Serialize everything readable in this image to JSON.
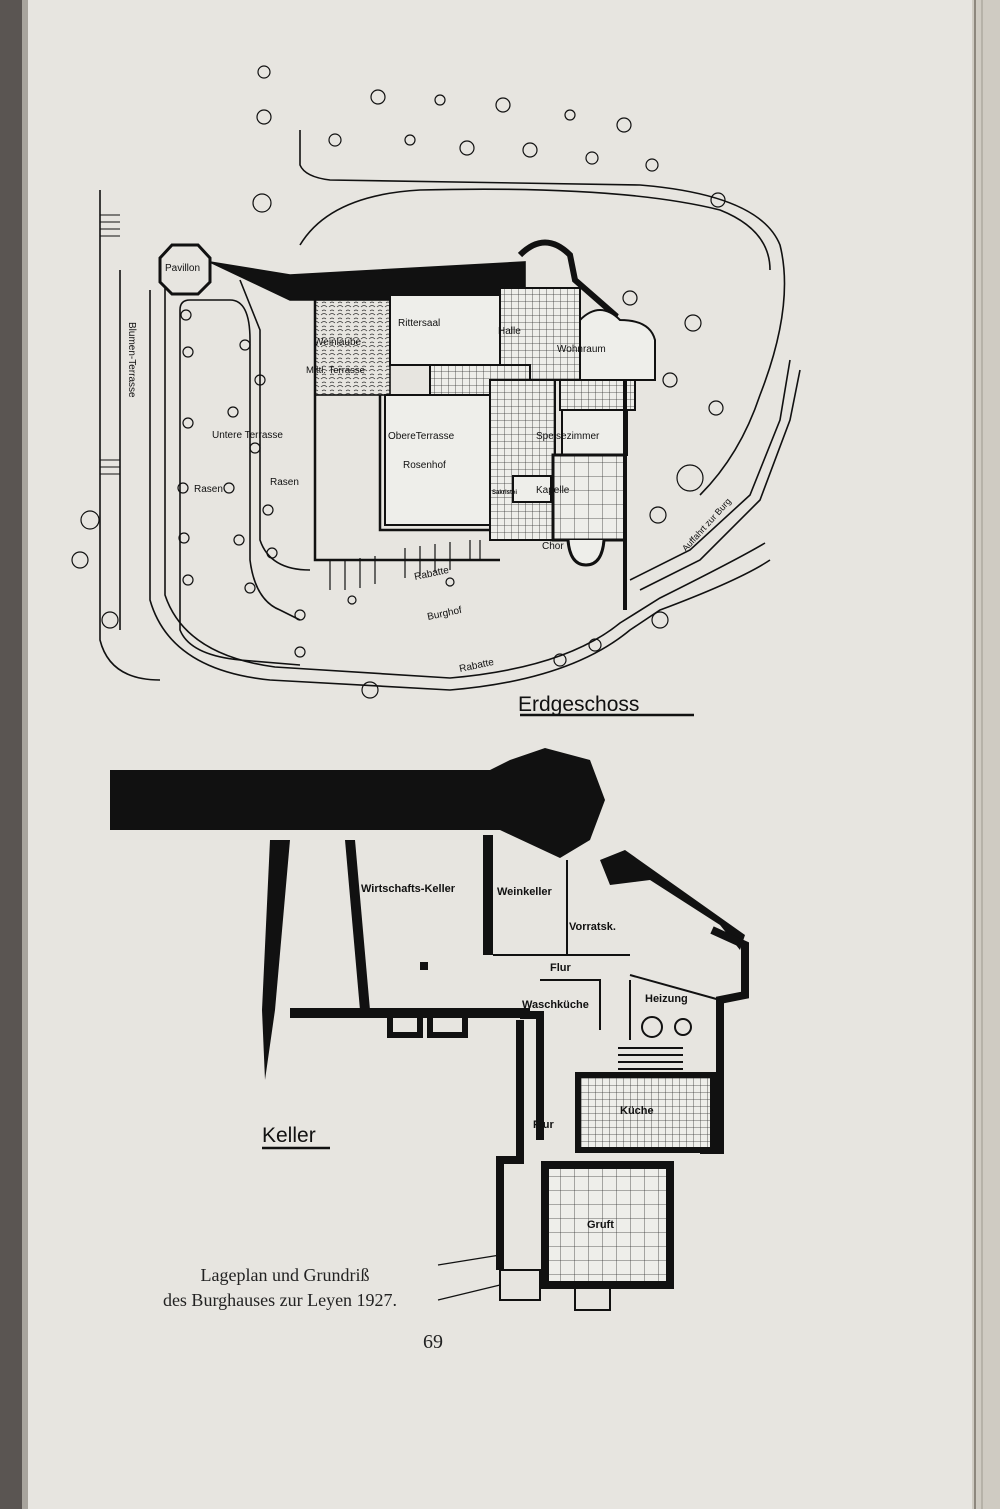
{
  "plan_ground_floor": {
    "title": "Erdgeschoss",
    "labels": {
      "pavillon": "Pavillon",
      "blumen_terrasse": "Blumen-Terrasse",
      "untere_terrasse": "Untere Terrasse",
      "rasen_1": "Rasen",
      "rasen_2": "Rasen",
      "weinlaube": "Weinlaube",
      "mittl_terrasse": "Mittl. Terrasse",
      "rittersaal": "Rittersaal",
      "halle": "Halle",
      "wohnraum": "Wohnraum",
      "obere_terrasse": "ObereTerrasse",
      "rosenhof": "Rosenhof",
      "speisezimmer": "Speisezimmer",
      "sakristei": "Sakristei",
      "kapelle": "Kapelle",
      "chor": "Chor",
      "rabatte_1": "Rabatte",
      "burghof": "Burghof",
      "rabatte_2": "Rabatte",
      "auffahrt": "Auffahrt zur Burg"
    }
  },
  "plan_cellar": {
    "title": "Keller",
    "labels": {
      "wirtschafts_keller": "Wirtschafts-Keller",
      "weinkeller": "Weinkeller",
      "vorratsk": "Vorratsk.",
      "flur_1": "Flur",
      "waschkueche": "Waschküche",
      "heizung": "Heizung",
      "kueche": "Küche",
      "flur_2": "Flur",
      "gruft": "Gruft"
    }
  },
  "caption": {
    "line1": "Lageplan und Grundriß",
    "line2": "des Burghauses zur Leyen 1927."
  },
  "page_number": "69"
}
